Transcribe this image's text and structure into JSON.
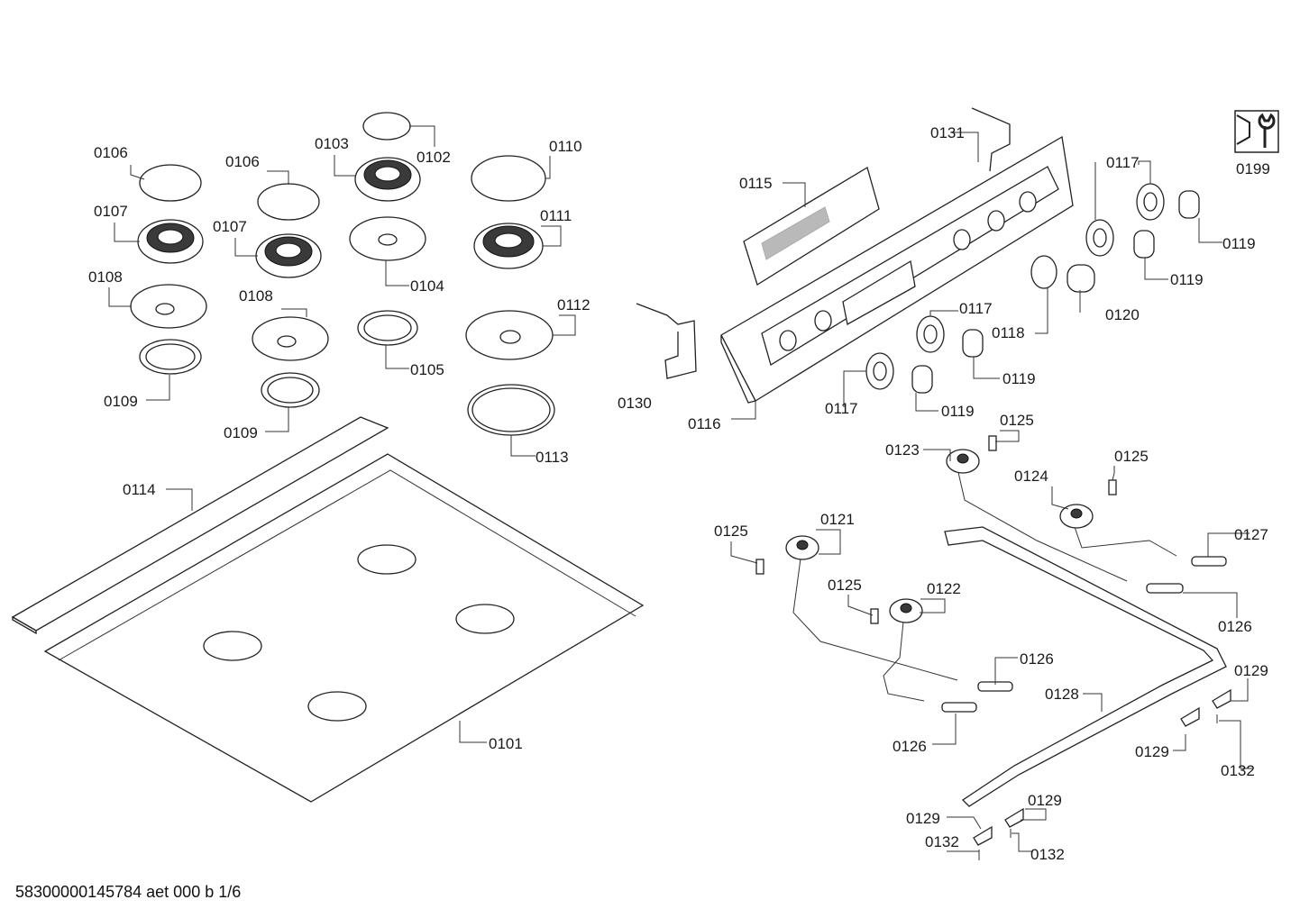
{
  "footer_code": "58300000145784 aet 000 b 1/6",
  "tool_label": "0199",
  "labels": {
    "l0101": "0101",
    "l0102": "0102",
    "l0103": "0103",
    "l0104": "0104",
    "l0105": "0105",
    "l0106a": "0106",
    "l0106b": "0106",
    "l0107a": "0107",
    "l0107b": "0107",
    "l0108a": "0108",
    "l0108b": "0108",
    "l0109a": "0109",
    "l0109b": "0109",
    "l0110": "0110",
    "l0111": "0111",
    "l0112": "0112",
    "l0113": "0113",
    "l0114": "0114",
    "l0115": "0115",
    "l0116": "0116",
    "l0117a": "0117",
    "l0117b": "0117",
    "l0117c": "0117",
    "l0118": "0118",
    "l0119a": "0119",
    "l0119b": "0119",
    "l0119c": "0119",
    "l0119d": "0119",
    "l0120": "0120",
    "l0121": "0121",
    "l0122": "0122",
    "l0123": "0123",
    "l0124": "0124",
    "l0125a": "0125",
    "l0125b": "0125",
    "l0125c": "0125",
    "l0125d": "0125",
    "l0126a": "0126",
    "l0126b": "0126",
    "l0126c": "0126",
    "l0127": "0127",
    "l0128": "0128",
    "l0129a": "0129",
    "l0129b": "0129",
    "l0129c": "0129",
    "l0129d": "0129",
    "l0130": "0130",
    "l0131": "0131",
    "l0132a": "0132",
    "l0132b": "0132",
    "l0132c": "0132"
  }
}
